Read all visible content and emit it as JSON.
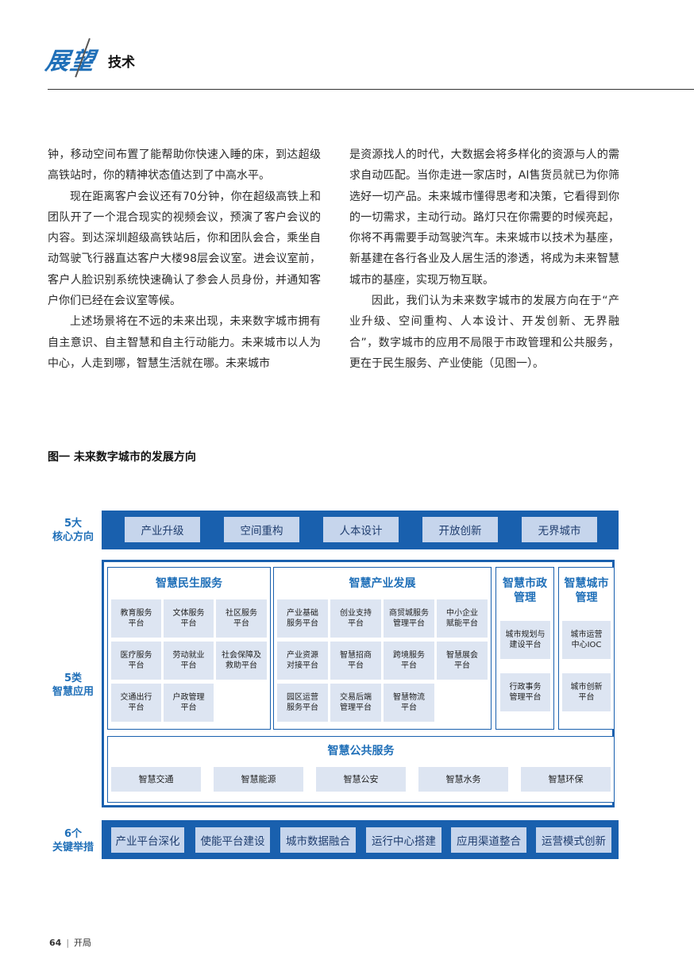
{
  "header": {
    "logo": "展望",
    "section": "技术"
  },
  "col1": [
    "钟，移动空间布置了能帮助你快速入睡的床，到达超级高铁站时，你的精神状态值达到了中高水平。",
    "现在距离客户会议还有70分钟，你在超级高铁上和团队开了一个混合现实的视频会议，预演了客户会议的内容。到达深圳超级高铁站后，你和团队会合，乘坐自动驾驶飞行器直达客户大楼98层会议室。进会议室前，客户人脸识别系统快速确认了参会人员身份，并通知客户你们已经在会议室等候。",
    "上述场景将在不远的未来出现，未来数字城市拥有自主意识、自主智慧和自主行动能力。未来城市以人为中心，人走到哪，智慧生活就在哪。未来城市"
  ],
  "col2": [
    "是资源找人的时代，大数据会将多样化的资源与人的需求自动匹配。当你走进一家店时，AI售货员就已为你筛选好一切产品。未来城市懂得思考和决策，它看得到你的一切需求，主动行动。路灯只在你需要的时候亮起，你将不再需要手动驾驶汽车。未来城市以技术为基座，新基建在各行各业及人居生活的渗透，将成为未来智慧城市的基座，实现万物互联。",
    "因此，我们认为未来数字城市的发展方向在于“产业升级、空间重构、人本设计、开发创新、无界融合”，数字城市的应用不局限于市政管理和公共服务，更在于民生服务、产业使能（见图一）。"
  ],
  "figure": {
    "title": "图一  未来数字城市的发展方向",
    "row1": {
      "label_line1": "5大",
      "label_line2": "核心方向",
      "items": [
        "产业升级",
        "空间重构",
        "人本设计",
        "开放创新",
        "无界城市"
      ]
    },
    "row2": {
      "label_line1": "5类",
      "label_line2": "智慧应用",
      "minsheng": {
        "title": "智慧民生服务",
        "cells": [
          [
            "教育服务",
            "平台"
          ],
          [
            "文体服务",
            "平台"
          ],
          [
            "社区服务",
            "平台"
          ],
          [
            "医疗服务",
            "平台"
          ],
          [
            "劳动就业",
            "平台"
          ],
          [
            "社会保障及",
            "救助平台"
          ],
          [
            "交通出行",
            "平台"
          ],
          [
            "户政管理",
            "平台"
          ]
        ]
      },
      "chanye": {
        "title": "智慧产业发展",
        "cells": [
          [
            "产业基础",
            "服务平台"
          ],
          [
            "创业支持",
            "平台"
          ],
          [
            "商贸城服务",
            "管理平台"
          ],
          [
            "中小企业",
            "赋能平台"
          ],
          [
            "产业资源",
            "对接平台"
          ],
          [
            "智慧招商",
            "平台"
          ],
          [
            "跨境服务",
            "平台"
          ],
          [
            "智慧展会",
            "平台"
          ],
          [
            "园区运营",
            "服务平台"
          ],
          [
            "交易后端",
            "管理平台"
          ],
          [
            "智慧物流",
            "平台"
          ]
        ]
      },
      "shizheng": {
        "title_line1": "智慧市政",
        "title_line2": "管理",
        "cells": [
          [
            "城市规划与",
            "建设平台"
          ],
          [
            "行政事务",
            "管理平台"
          ]
        ]
      },
      "chengshi": {
        "title_line1": "智慧城市",
        "title_line2": "管理",
        "cells": [
          [
            "城市运营",
            "中心IOC"
          ],
          [
            "城市创新",
            "平台"
          ]
        ]
      },
      "gonggong": {
        "title": "智慧公共服务",
        "items": [
          "智慧交通",
          "智慧能源",
          "智慧公安",
          "智慧水务",
          "智慧环保"
        ]
      }
    },
    "row3": {
      "label_line1": "6个",
      "label_line2": "关键举措",
      "items": [
        "产业平台深化",
        "使能平台建设",
        "城市数据融合",
        "运行中心搭建",
        "应用渠道整合",
        "运营模式创新"
      ]
    }
  },
  "footer": {
    "page": "64",
    "label": "开局"
  },
  "colors": {
    "primary": "#1960ae",
    "accent_text": "#1f6fb8",
    "button_fill": "#c6d5ec",
    "cell_fill": "#dde5f2"
  }
}
